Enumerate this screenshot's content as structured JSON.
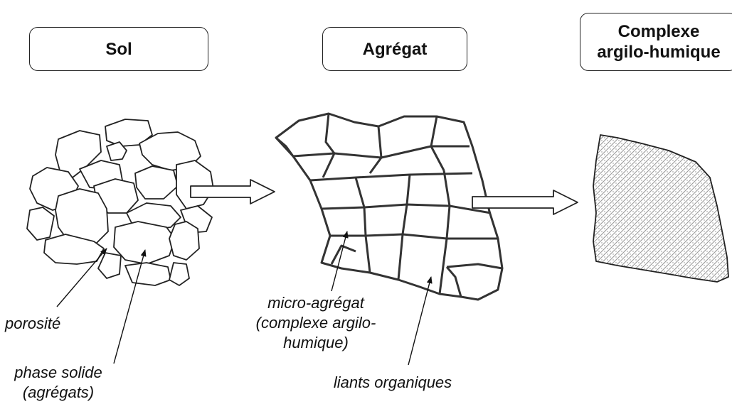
{
  "headers": {
    "sol": "Sol",
    "agregat": "Agrégat",
    "complexe_line1": "Complexe",
    "complexe_line2": "argilo-humique"
  },
  "labels": {
    "porosite": "porosité",
    "phase_solide_line1": "phase solide",
    "phase_solide_line2": "(agrégats)",
    "micro_line1": "micro-agrégat",
    "micro_line2": "(complexe argilo-",
    "micro_line3": "humique)",
    "liants": "liants organiques"
  },
  "colors": {
    "stroke": "#222222",
    "hatch": "#9a9a9a",
    "text": "#111111"
  }
}
